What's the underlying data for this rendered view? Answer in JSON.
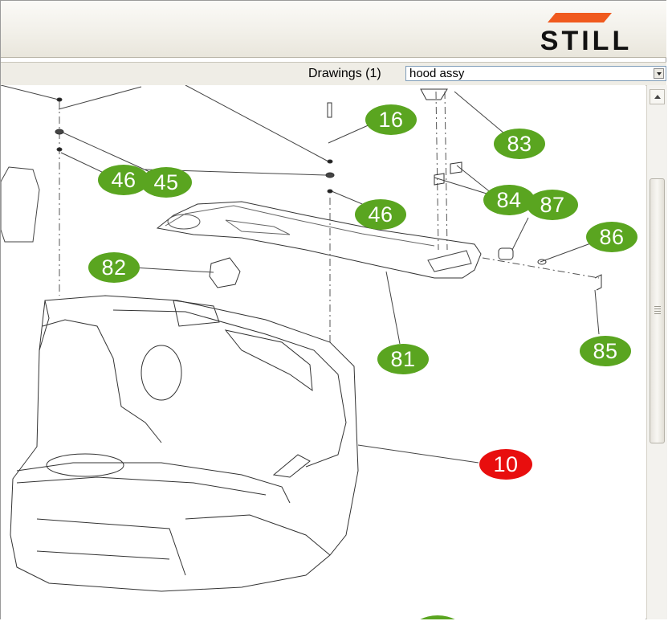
{
  "header": {
    "brand": "STILL"
  },
  "toolbar": {
    "drawings_label": "Drawings (1)",
    "drawing_select_value": "hood assy"
  },
  "callouts": [
    {
      "label": "16",
      "color": "#5aa520"
    },
    {
      "label": "83",
      "color": "#5aa520"
    },
    {
      "label": "46",
      "color": "#5aa520"
    },
    {
      "label": "45",
      "color": "#5aa520"
    },
    {
      "label": "84",
      "color": "#5aa520"
    },
    {
      "label": "87",
      "color": "#5aa520"
    },
    {
      "label": "46",
      "color": "#5aa520"
    },
    {
      "label": "86",
      "color": "#5aa520"
    },
    {
      "label": "82",
      "color": "#5aa520"
    },
    {
      "label": "81",
      "color": "#5aa520"
    },
    {
      "label": "85",
      "color": "#5aa520"
    },
    {
      "label": "10",
      "color": "#e80e0e"
    }
  ],
  "colors": {
    "callout_green": "#5aa520",
    "callout_red": "#e80e0e",
    "brand_orange": "#f05a1e"
  }
}
